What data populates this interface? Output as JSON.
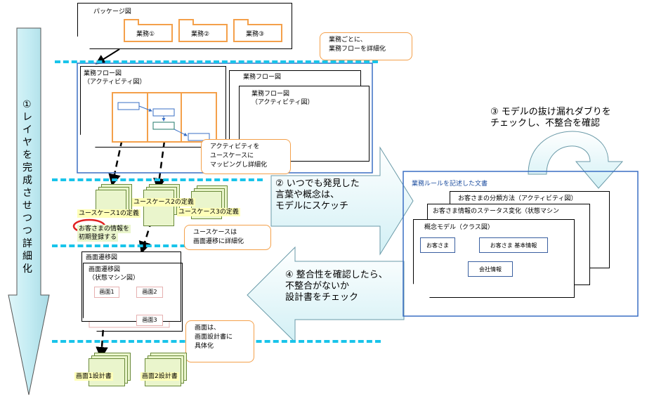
{
  "arrow_left_label": "①レイヤを完成させつつ詳細化",
  "package": {
    "title": "パッケージ図",
    "items": [
      "業務①",
      "業務②",
      "業務③"
    ]
  },
  "notes": {
    "n1": "業務ごとに、\n業務フローを詳細化",
    "n2": "アクティビティを\nユースケースに\nマッピングし詳細化",
    "n3": "ユースケースは\n画面遷移に詳細化",
    "n4": "画面は、\n画面設計書に\n具体化"
  },
  "flow": {
    "front_title": "業務フロー図\n（アクティビティ図）",
    "back1_title": "業務フロー図",
    "back2_title": "業務フロー図\n（アクティビティ図）"
  },
  "usecases": {
    "uc1": "ユースケース1の定義",
    "uc1_detail1": "お客さまの情報を",
    "uc1_detail2": "初期登録する",
    "uc2": "ユースケース2の定義",
    "uc3": "ユースケース3の定義"
  },
  "screen": {
    "back_title": "画面遷移図",
    "front_title": "画面遷移図\n（状態マシン図）",
    "nodes": [
      "画面1",
      "画面2",
      "画面3"
    ]
  },
  "screen_docs": [
    "画面1設計書",
    "画面2設計書"
  ],
  "big_arrows": {
    "sketch": "② いつでも発見した\n言葉や概念は、\nモデルにスケッチ",
    "check": "④ 整合性を確認したら、\n不整合がないか\n設計書をチェック",
    "model_check": "③ モデルの抜け漏れダブりを\nチェックし、不整合を確認"
  },
  "rules": {
    "title": "業務ルールを記述した文書",
    "doc1": "お客さまの分類方法（アクティビティ図）",
    "doc2": "お客さま情報のステータス変化（状態マシン",
    "doc3": "概念モデル（クラス図）",
    "classes": [
      "お客さま",
      "お客さま 基本情報",
      "会社情報"
    ]
  },
  "colors": {
    "dash": "#19c4ea",
    "orange": "#f4a04a",
    "blue": "#3a6fc4",
    "arrow_fill": "#dff6f9"
  }
}
